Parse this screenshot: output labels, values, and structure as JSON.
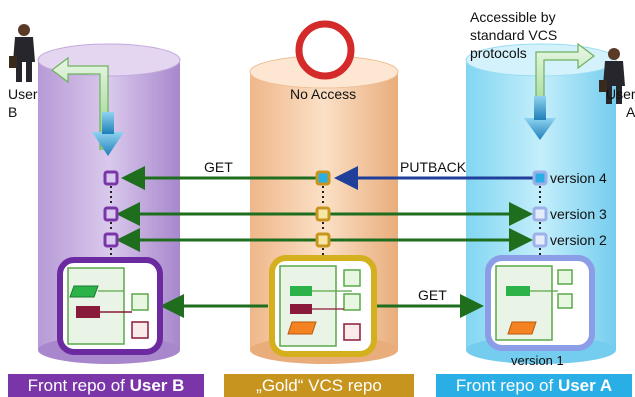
{
  "colors": {
    "user_b_repo": "#c9b4e0",
    "gold_repo": "#f7cda6",
    "user_a_repo": "#a8e4f7",
    "get_arrow": "#1e6e1e",
    "putback_arrow": "#1f3f9a",
    "footer_b": "#7a36a8",
    "footer_gold": "#c7951e",
    "footer_a": "#2aaee6",
    "no_access_ring": "#d42a2a"
  },
  "labels": {
    "user_b": [
      "User",
      "B"
    ],
    "user_a": [
      "User",
      "A"
    ],
    "no_access": "No Access",
    "accessible": [
      "Accessible by",
      "standard VCS",
      "protocols"
    ],
    "get_top": "GET",
    "putback": "PUTBACK",
    "get_bottom": "GET",
    "version_4": "version 4",
    "version_3": "version 3",
    "version_2": "version 2",
    "version_1": "version 1"
  },
  "footers": {
    "user_b_prefix": "Front repo of ",
    "user_b_bold": "User B",
    "gold": "„Gold“ VCS repo",
    "user_a_prefix": "Front repo of ",
    "user_a_bold": "User A"
  },
  "icons": [
    "user-b-person-icon",
    "user-a-person-icon",
    "no-access-icon",
    "green-bend-arrow-icon"
  ]
}
